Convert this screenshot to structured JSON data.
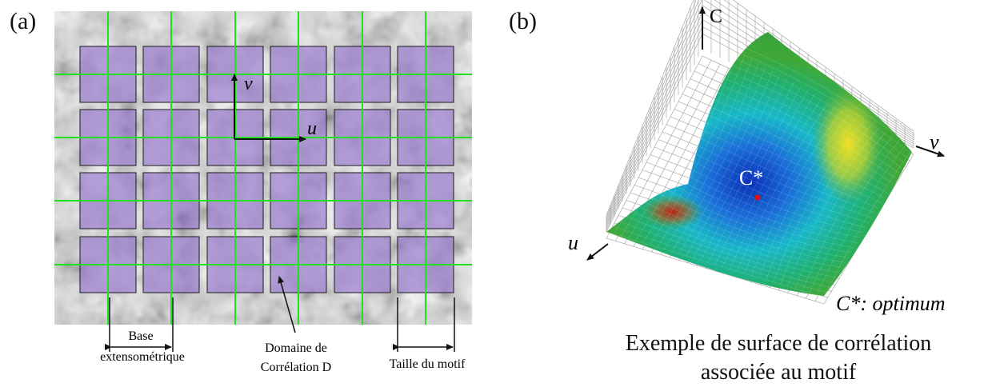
{
  "panel_a": {
    "label": "(a)",
    "axis_v": "v",
    "axis_u": "u",
    "base_label_line1": "Base",
    "base_label_line2": "extensométrique",
    "domain_label_line1": "Domaine de",
    "domain_label_line2": "Corrélation D",
    "motif_size_label": "Taille du motif"
  },
  "panel_b": {
    "label": "(b)",
    "axis_c": "C",
    "axis_v": "v",
    "axis_u": "u",
    "optimum_marker": "C*",
    "optimum_legend": "C*: optimum",
    "caption_line1": "Exemple de surface de corrélation",
    "caption_line2": "associée au motif"
  },
  "colors": {
    "subset_fill": "#9c7fd0",
    "grid_line": "#22e022",
    "optimum_point": "#e01010"
  }
}
